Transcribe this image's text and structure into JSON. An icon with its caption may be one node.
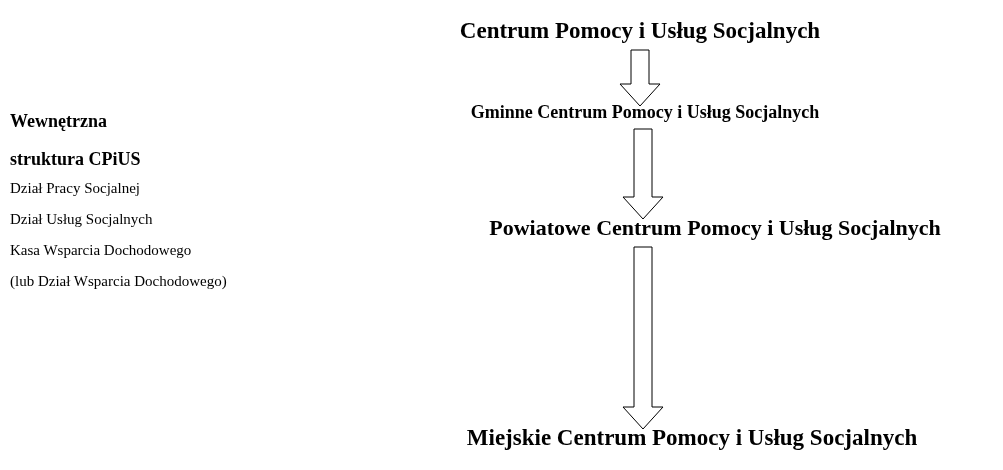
{
  "diagram": {
    "nodes": [
      {
        "text": [
          "Centrum Pomocy i Usług Socjalnych"
        ]
      },
      {
        "text": [
          "Gminne Centrum Pomocy i Usług Socjalnych"
        ]
      },
      {
        "text": [
          "Powiatowe Centrum Pomocy i Usług Socjalnych"
        ]
      },
      {
        "text": [
          "Miejskie Centrum Pomocy i Usług Socjalnych"
        ]
      }
    ],
    "edges": [
      {
        "from": 0,
        "to": 1,
        "arrow": "to"
      },
      {
        "from": 1,
        "to": 2,
        "arrow": "to"
      },
      {
        "from": 2,
        "to": 3,
        "arrow": "to"
      }
    ],
    "labels": [
      "Wewnętrzna struktura CPiUS",
      "Dział Pracy Socjalnej",
      "Dział Usług Socjalnych",
      "Kasa Wsparcia Dochodowego",
      "(lub Dział Wsparcia Dochodowego)"
    ]
  }
}
